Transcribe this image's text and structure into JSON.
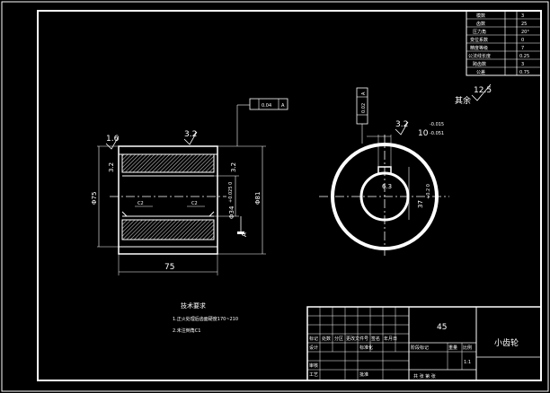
{
  "drawing": {
    "title": "小齿轮",
    "material": "45",
    "scale": "1:1",
    "hatch_color": "#c0c0c0",
    "line_color": "#ffffff",
    "background": "#000000"
  },
  "gear_params_table": {
    "rows": [
      {
        "label": "模数",
        "value": "3"
      },
      {
        "label": "齿数",
        "value": "25"
      },
      {
        "label": "压力角",
        "value": "20°"
      },
      {
        "label": "变位系数",
        "value": "0"
      },
      {
        "label": "精度等级",
        "value": "7"
      },
      {
        "label": "公法线长度",
        "value": "0.25"
      },
      {
        "label": "跨齿数",
        "value": "3"
      },
      {
        "label": "公差",
        "value": "0.75"
      }
    ]
  },
  "annotations": {
    "roughness_other": "12.5",
    "roughness_other_label": "其余",
    "roughness_left": "1.6",
    "roughness_top": "3.2",
    "roughness_side_1": "3.2",
    "roughness_side_2": "3.2",
    "roughness_keyway": "3.2",
    "tolerance_frame_1": "0.04",
    "tolerance_frame_datum_1": "A",
    "tolerance_frame_2": "0.02",
    "tolerance_frame_datum_2": "A",
    "dim_outer": "Φ81",
    "dim_left": "Φ75",
    "dim_bore": "Φ34",
    "dim_bore_tol": "+0.025 0",
    "dim_length": "75",
    "chamfer_left": "C2",
    "chamfer_right": "C2",
    "keyway_width": "10",
    "keyway_tol_upper": "-0.015",
    "keyway_tol_lower": "-0.051",
    "keyway_depth": "37",
    "keyway_depth_tol": "+0.2 0",
    "datum_letter": "A",
    "surface_mark": "6.3"
  },
  "tech_requirements": {
    "heading": "技术要求",
    "items": [
      "1.正火处理后齿面硬度170~210",
      "2.未注倒角C1"
    ]
  },
  "title_block": {
    "labels": [
      "标记",
      "处数",
      "分区",
      "更改文件号",
      "签名",
      "年月日",
      "设计",
      "标准化",
      "阶段标记",
      "重量",
      "比例",
      "审核",
      "工艺",
      "批准",
      "共 张 第 张"
    ]
  }
}
